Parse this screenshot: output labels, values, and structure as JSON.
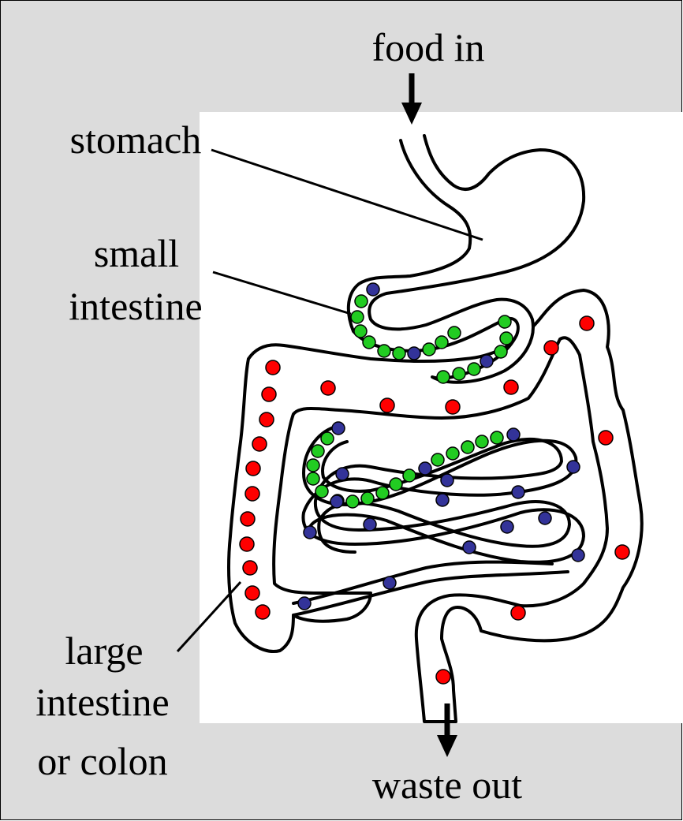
{
  "labels": {
    "food_in": "food in",
    "stomach": "stomach",
    "small_intestine_1": "small",
    "small_intestine_2": "intestine",
    "large_intestine_1": "large",
    "large_intestine_2": "intestine",
    "large_intestine_3": "or colon",
    "waste_out": "waste out"
  },
  "colors": {
    "background": "#dcdcdc",
    "panel": "#ffffff",
    "outline": "#000000",
    "colon_dot": "#ff0000",
    "small_intestine_dot": "#00cc00",
    "blue_dot": "#333399"
  }
}
